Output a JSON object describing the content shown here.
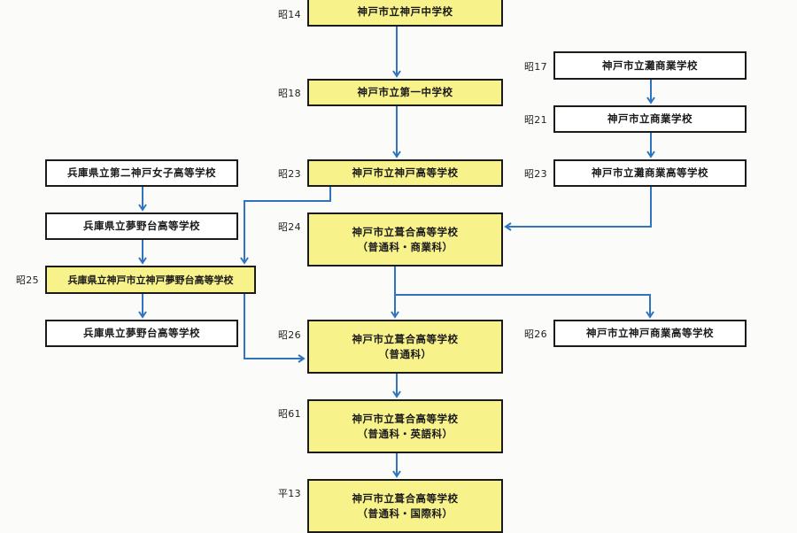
{
  "colors": {
    "merged_school_fill": "#f7f28a",
    "school_fill": "#ffffff",
    "arrow": "#2f74c0",
    "border": "#1b1b1b"
  },
  "nodes": {
    "kobe_chu": {
      "era": "昭14",
      "name": "神戸市立神戸中学校",
      "sub": ""
    },
    "daiichi_chu": {
      "era": "昭18",
      "name": "神戸市立第一中学校",
      "sub": ""
    },
    "kobe_ko": {
      "era": "昭23",
      "name": "神戸市立神戸高等学校",
      "sub": ""
    },
    "fukiai_24": {
      "era": "昭24",
      "name": "神戸市立葺合高等学校",
      "sub": "（普通科・商業科）"
    },
    "fukiai_26": {
      "era": "昭26",
      "name": "神戸市立葺合高等学校",
      "sub": "（普通科）"
    },
    "fukiai_61": {
      "era": "昭61",
      "name": "神戸市立葺合高等学校",
      "sub": "（普通科・英語科）"
    },
    "fukiai_h13": {
      "era": "平13",
      "name": "神戸市立葺合高等学校",
      "sub": "（普通科・国際科）"
    },
    "nada_shogyo": {
      "era": "昭17",
      "name": "神戸市立灘商業学校",
      "sub": ""
    },
    "shogyo": {
      "era": "昭21",
      "name": "神戸市立商業学校",
      "sub": ""
    },
    "nada_shogyo_ko": {
      "era": "昭23",
      "name": "神戸市立灘商業高等学校",
      "sub": ""
    },
    "kobe_shogyo_ko": {
      "era": "昭26",
      "name": "神戸市立神戸商業高等学校",
      "sub": ""
    },
    "daini_joshi": {
      "era": "",
      "name": "兵庫県立第二神戸女子高等学校",
      "sub": ""
    },
    "yumenodai_1": {
      "era": "",
      "name": "兵庫県立夢野台高等学校",
      "sub": ""
    },
    "kobe_yumenodai": {
      "era": "昭25",
      "name": "兵庫県立神戸市立神戸夢野台高等学校",
      "sub": ""
    },
    "yumenodai_2": {
      "era": "",
      "name": "兵庫県立夢野台高等学校",
      "sub": ""
    }
  },
  "edges": [
    [
      "kobe_chu",
      "daiichi_chu"
    ],
    [
      "daiichi_chu",
      "kobe_ko"
    ],
    [
      "kobe_ko",
      "kobe_yumenodai"
    ],
    [
      "nada_shogyo",
      "shogyo"
    ],
    [
      "shogyo",
      "nada_shogyo_ko"
    ],
    [
      "nada_shogyo_ko",
      "fukiai_24"
    ],
    [
      "daini_joshi",
      "yumenodai_1"
    ],
    [
      "yumenodai_1",
      "kobe_yumenodai"
    ],
    [
      "kobe_yumenodai",
      "yumenodai_2"
    ],
    [
      "kobe_yumenodai",
      "fukiai_26"
    ],
    [
      "fukiai_24",
      "fukiai_26"
    ],
    [
      "fukiai_24",
      "kobe_shogyo_ko"
    ],
    [
      "fukiai_26",
      "fukiai_61"
    ],
    [
      "fukiai_61",
      "fukiai_h13"
    ]
  ]
}
